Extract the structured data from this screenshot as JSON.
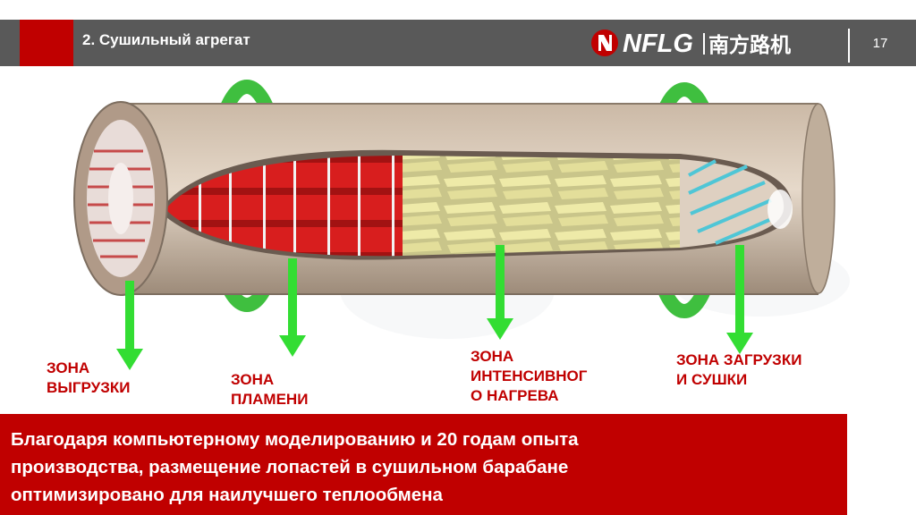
{
  "header": {
    "title": "2. Сушильный агрегат",
    "page_number": "17",
    "logo_latin": "NFLG",
    "logo_chinese": "南方路机"
  },
  "zones": {
    "discharge": {
      "lines": [
        "ЗОНА",
        "ВЫГРУЗКИ"
      ]
    },
    "flame": {
      "lines": [
        "ЗОНА",
        "ПЛАМЕНИ"
      ]
    },
    "heating": {
      "lines": [
        "ЗОНА",
        "ИНТЕНСИВНОГ",
        "О НАГРЕВА"
      ]
    },
    "loading": {
      "lines": [
        "ЗОНА ЗАГРУЗКИ",
        "И СУШКИ"
      ]
    }
  },
  "caption": {
    "lines": [
      "Благодаря компьютерному моделированию и 20 годам опыта",
      "производства, размещение лопастей в сушильном барабане",
      "оптимизировано для наилучшего теплообмена"
    ]
  },
  "colors": {
    "header_gray": "#595959",
    "accent_red": "#c00000",
    "arrow_green": "#33dd33",
    "drum": "#d9c8b4",
    "flame_zone": "#d81e1e",
    "heating_zone": "#e8e6a4",
    "loading_vanes": "#4fc6d6",
    "ring_green": "#3fbf3f"
  },
  "icons": [
    "arrow-down-icon",
    "nflg-logo-icon"
  ]
}
